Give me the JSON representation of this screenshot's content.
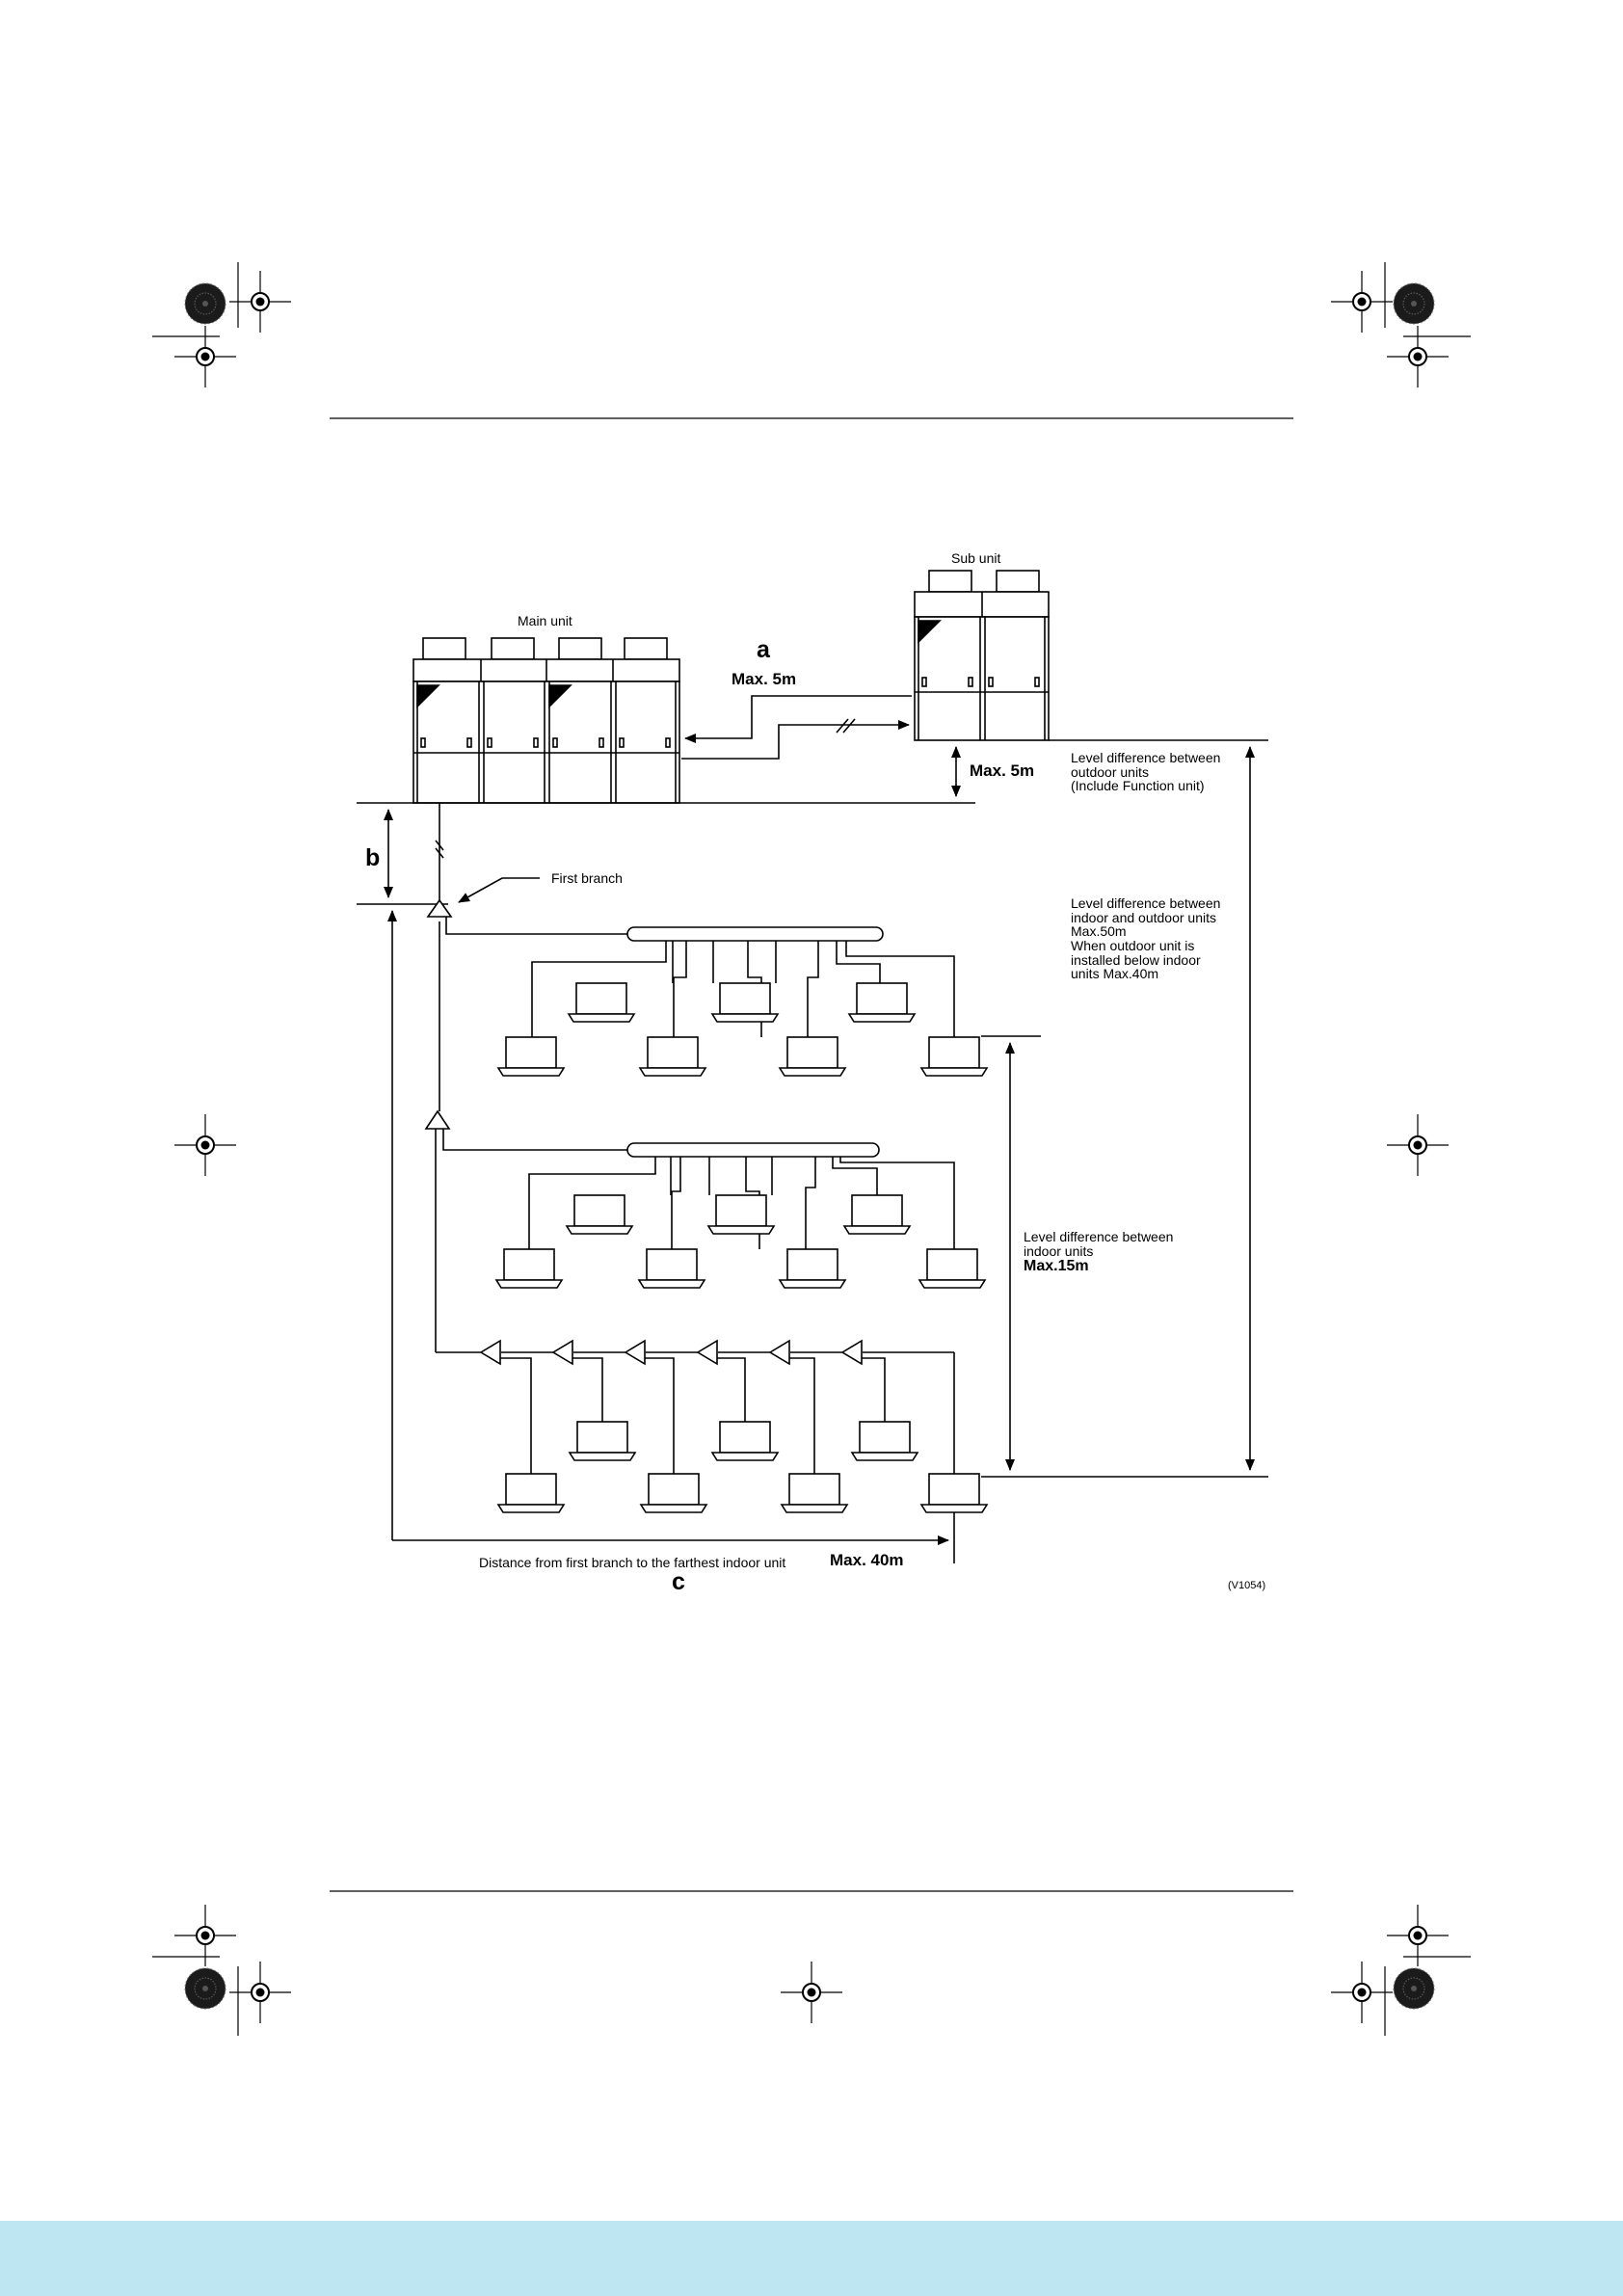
{
  "colors": {
    "footer_band": "#bde6f2",
    "line": "#000000",
    "registration_mark": "#1a1a1a"
  },
  "icons": {
    "crop_marks": "registration-target-icon",
    "color_wheel": "color-wheel-icon"
  },
  "diagram": {
    "labels": {
      "main_unit": "Main unit",
      "sub_unit": "Sub unit",
      "a": "a",
      "a_max": "Max. 5m",
      "outdoor_level_max": "Max. 5m",
      "outdoor_level_desc": "Level difference between\noutdoor units\n(Include Function unit)",
      "b": "b",
      "first_branch": "First branch",
      "indoor_outdoor_desc": "Level difference between\nindoor and outdoor units\nMax.50m\nWhen outdoor unit is\ninstalled below indoor\nunits Max.40m",
      "indoor_level_desc": "Level difference between\nindoor units",
      "indoor_level_max": "Max.15m",
      "distance_desc": "Distance from first branch to the farthest indoor unit",
      "distance_max": "Max. 40m",
      "c": "c",
      "ref": "(V1054)"
    }
  }
}
